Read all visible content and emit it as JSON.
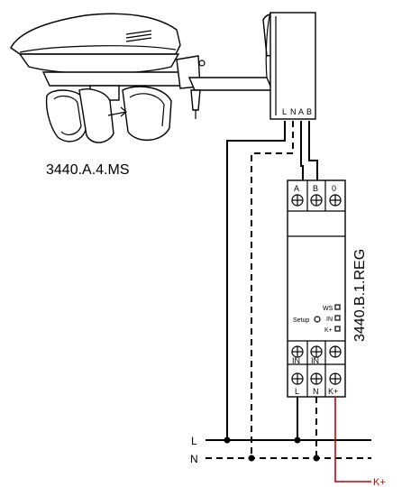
{
  "sensor": {
    "model": "3440.A.4.MS",
    "terminals": [
      "L",
      "N",
      "A",
      "B"
    ]
  },
  "module": {
    "model": "3440.B.1.REG",
    "top_terminals": [
      "A",
      "B",
      "0"
    ],
    "setup_label": "Setup",
    "indicators": [
      "WS",
      "IN",
      "K+"
    ],
    "input_terminals": [
      "IN",
      "IN"
    ],
    "bottom_terminals": [
      "L",
      "N",
      "K+"
    ]
  },
  "lines": {
    "phase": "L",
    "neutral": "N",
    "output": "K+"
  },
  "colors": {
    "output_wire": "#cc0000",
    "wire": "#000000"
  }
}
